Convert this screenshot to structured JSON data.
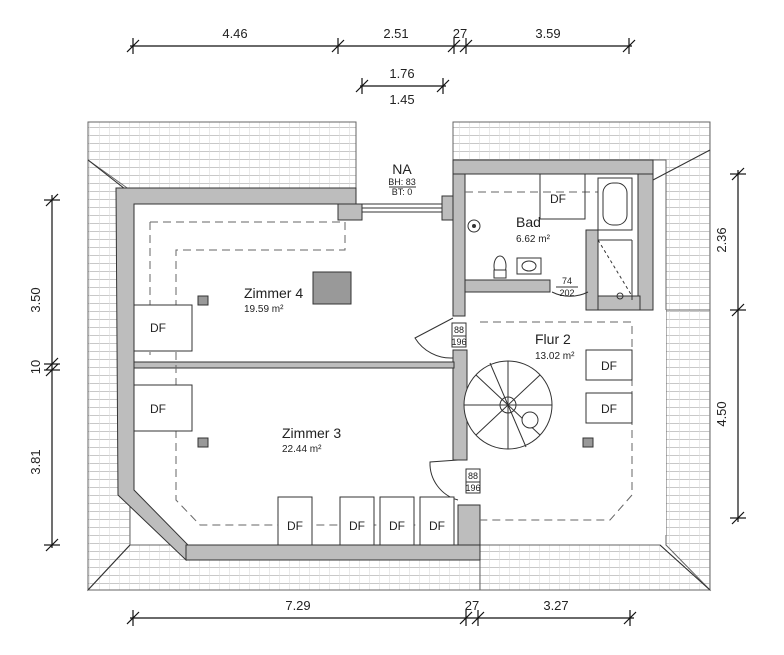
{
  "dimensions": {
    "top_row1": [
      "4.46",
      "2.51",
      "27",
      "3.59"
    ],
    "top_row2": "1.76",
    "top_row3": "1.45",
    "left": [
      "3.50",
      "10",
      "3.81"
    ],
    "right": [
      "2.36",
      "4.50"
    ],
    "bottom": [
      "7.29",
      "27",
      "3.27"
    ]
  },
  "rooms": {
    "zimmer4": {
      "name": "Zimmer 4",
      "area": "19.59 m²"
    },
    "zimmer3": {
      "name": "Zimmer 3",
      "area": "22.44 m²"
    },
    "bad": {
      "name": "Bad",
      "area": "6.62 m²"
    },
    "flur2": {
      "name": "Flur 2",
      "area": "13.02 m²"
    }
  },
  "window_na": {
    "label": "NA",
    "bh": "BH: 83",
    "bt": "BT: 0"
  },
  "doors": {
    "bad_door": {
      "top": "74",
      "bottom": "202"
    },
    "zimmer4_door": {
      "top": "88",
      "bottom": "196"
    },
    "zimmer3_door": {
      "top": "88",
      "bottom": "196"
    }
  },
  "skylight_label": "DF"
}
